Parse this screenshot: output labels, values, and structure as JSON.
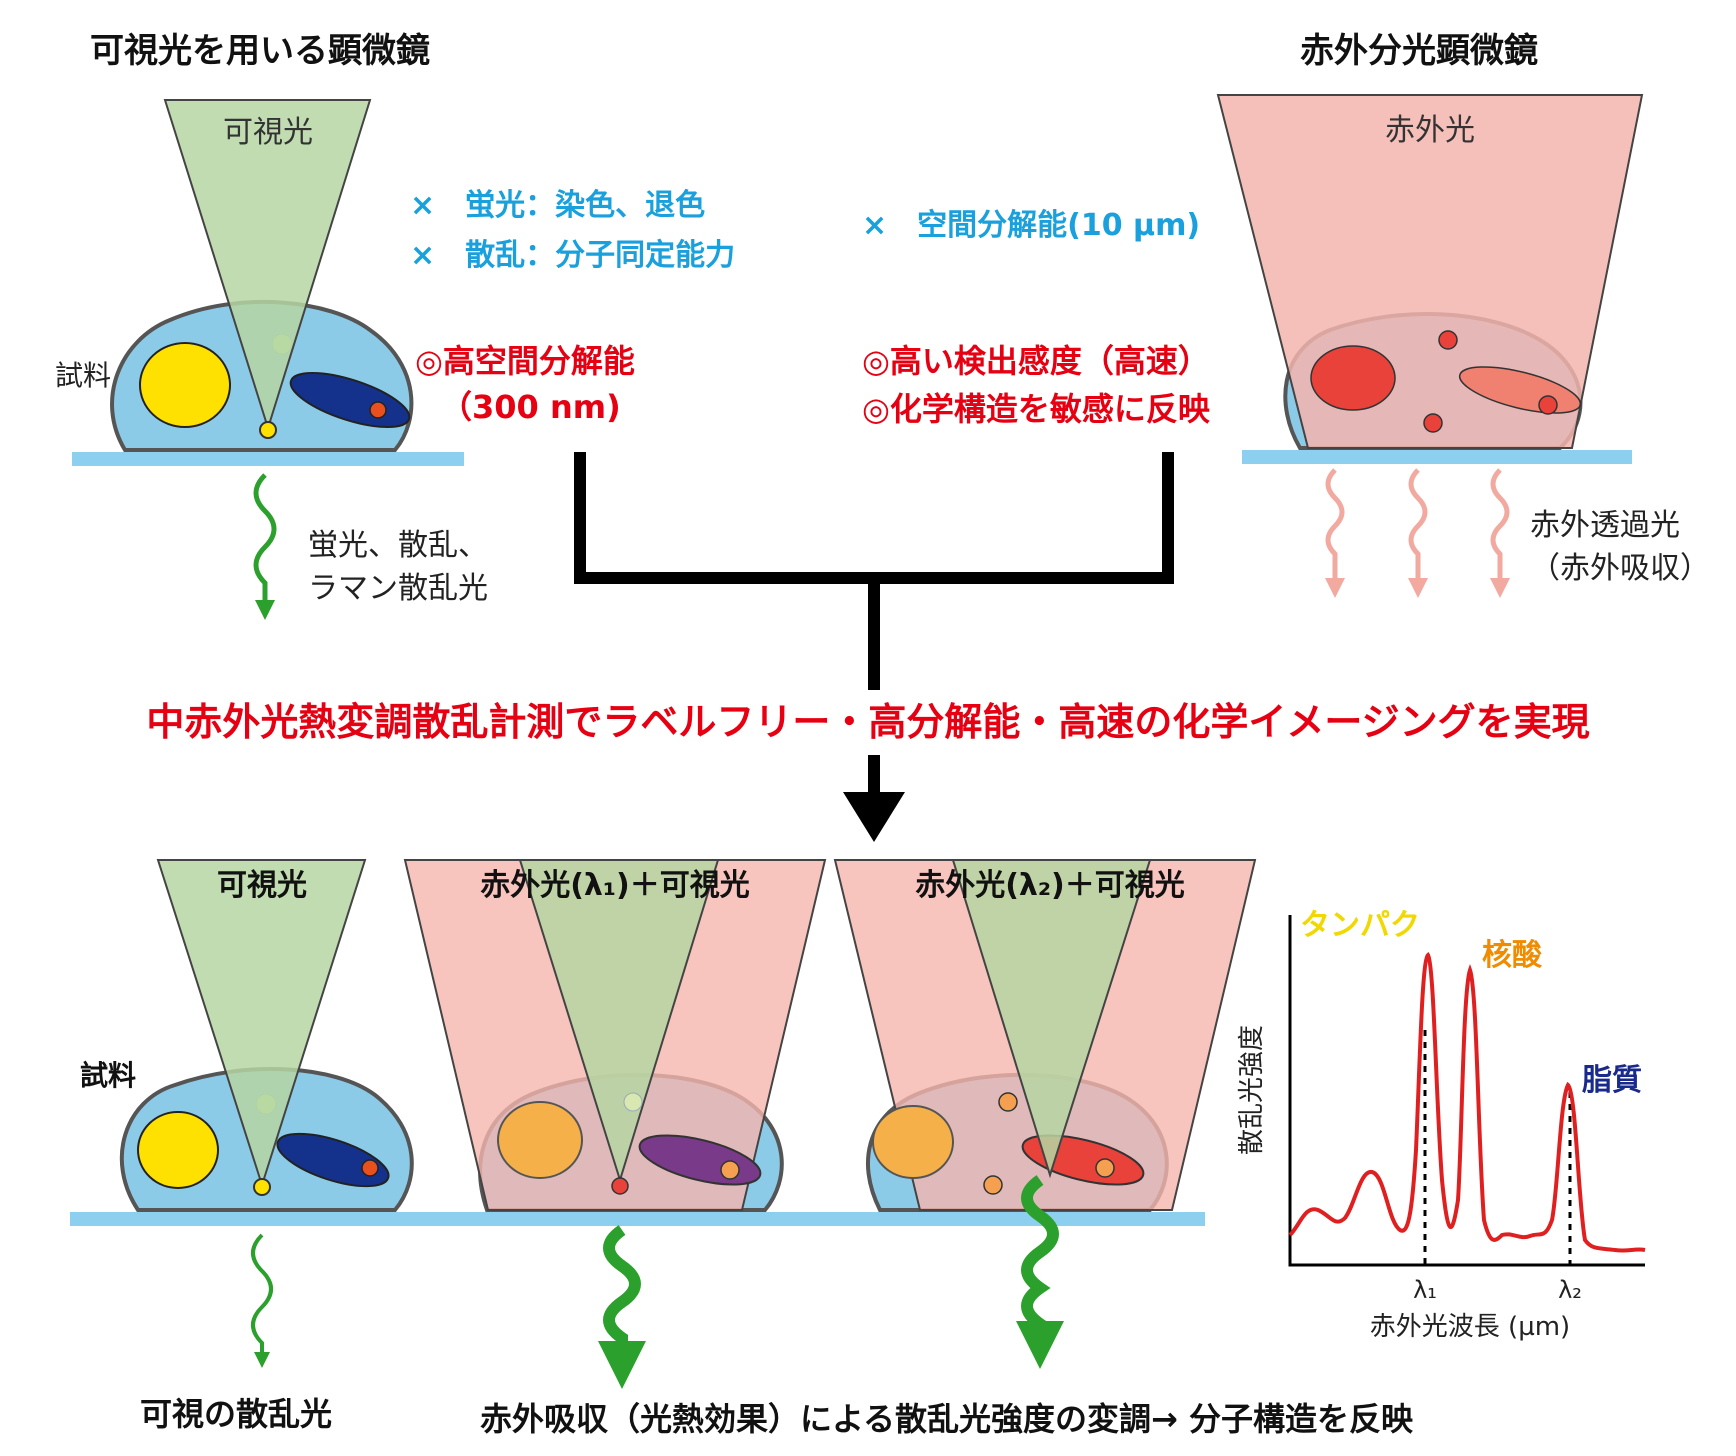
{
  "colors": {
    "green_beam": "#b5d6a2",
    "red_beam": "#f5b5ae",
    "cell_blue": "#8ccbe8",
    "slide_blue": "#8ccfee",
    "nucleus_yellow": "#ffe100",
    "lipid_navy": "#14328c",
    "accent_red": "#e60012",
    "blue_text": "#1aa0dc",
    "arrow_green": "#2ca02c",
    "protein_label": "#f0d800",
    "nucleic_label": "#f08c00",
    "lipid_label": "#1a2a8c"
  },
  "top_left": {
    "title": "可視光を用いる顕微鏡",
    "beam_label": "可視光",
    "sample_label": "試料",
    "emission_label_1": "蛍光、散乱、",
    "emission_label_2": "ラマン散乱光"
  },
  "top_right": {
    "title": "赤外分光顕微鏡",
    "beam_label": "赤外光",
    "transmit_label_1": "赤外透過光",
    "transmit_label_2": "（赤外吸収）"
  },
  "visible_pros_cons": {
    "con_1": "×　蛍光：染色、退色",
    "con_2": "×　散乱：分子同定能力",
    "pro_1": "◎高空間分解能",
    "pro_2": "（300 nm)"
  },
  "ir_pros_cons": {
    "con_1": "×　空間分解能(10 µm)",
    "pro_1": "◎高い検出感度（高速）",
    "pro_2": "◎化学構造を敏感に反映"
  },
  "headline": "中赤外光熱変調散乱計測でラベルフリー・高分解能・高速の化学イメージングを実現",
  "bottom": {
    "panel_1_label": "可視光",
    "panel_2_label": "赤外光(λ₁)＋可視光",
    "panel_3_label": "赤外光(λ₂)＋可視光",
    "sample_label": "試料",
    "caption_left": "可視の散乱光",
    "caption_right": "赤外吸収（光熱効果）による散乱光強度の変調→ 分子構造を反映"
  },
  "spectrum": {
    "ylabel": "散乱光強度",
    "xlabel": "赤外光波長 (µm)",
    "tick_1": "λ₁",
    "tick_2": "λ₂",
    "peak_protein": "タンパク",
    "peak_nucleic": "核酸",
    "peak_lipid": "脂質"
  }
}
